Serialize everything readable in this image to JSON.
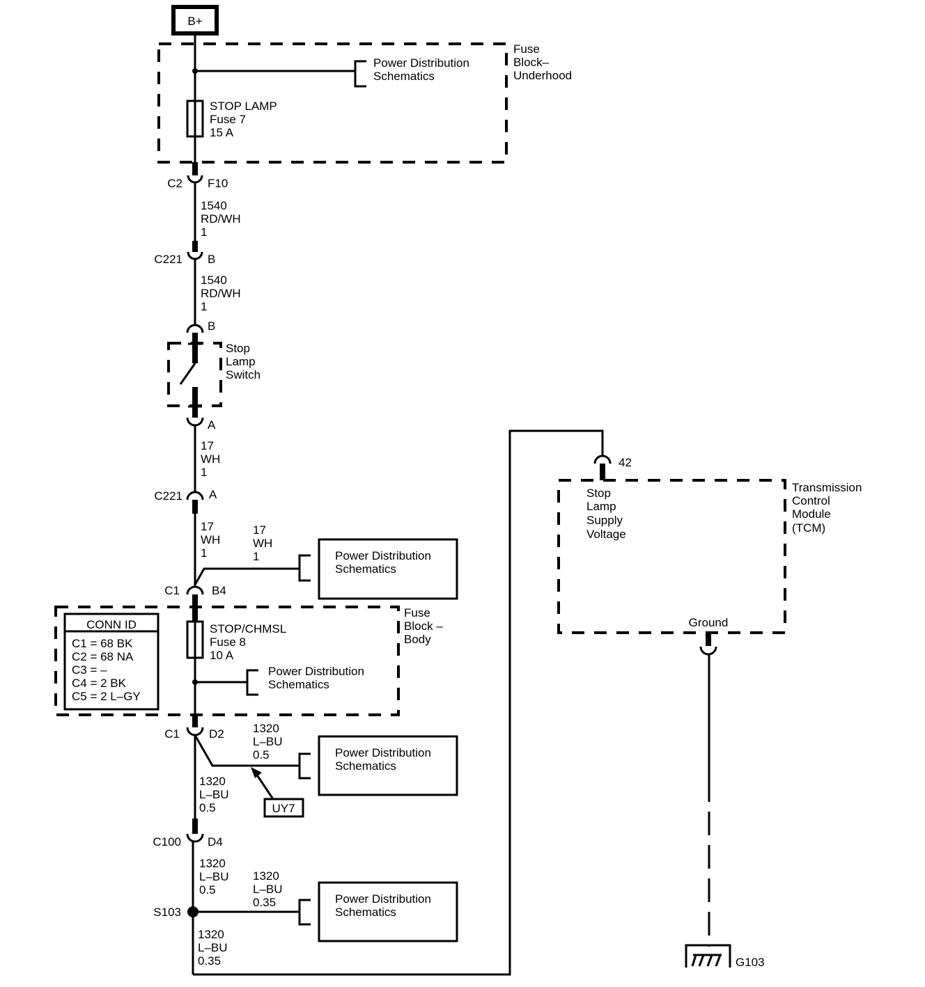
{
  "source": {
    "label": "B+"
  },
  "fuse_block_underhood": {
    "name": [
      "Fuse",
      "Block–",
      "Underhood"
    ],
    "power_dist": [
      "Power Distribution",
      "Schematics"
    ],
    "fuse": [
      "STOP LAMP",
      "Fuse 7",
      "15 A"
    ]
  },
  "c2": {
    "connector": "C2",
    "pin": "F10"
  },
  "wire_1540_a": [
    "1540",
    "RD/WH",
    "1"
  ],
  "c221_b": {
    "connector": "C221",
    "pin": "B"
  },
  "wire_1540_b": [
    "1540",
    "RD/WH",
    "1"
  ],
  "switch": {
    "pin_top": "B",
    "pin_bottom": "A",
    "name": [
      "Stop",
      "Lamp",
      "Switch"
    ]
  },
  "wire_17_a": [
    "17",
    "WH",
    "1"
  ],
  "c221_a": {
    "connector": "C221",
    "pin": "A"
  },
  "wire_17_b": [
    "17",
    "WH",
    "1"
  ],
  "wire_17_branch": [
    "17",
    "WH",
    "1"
  ],
  "power_dist_1": [
    "Power Distribution",
    "Schematics"
  ],
  "c1_b4": {
    "connector": "C1",
    "pin": "B4"
  },
  "fuse_block_body": {
    "name": [
      "Fuse",
      "Block –",
      "Body"
    ],
    "conn_id": {
      "title": "CONN ID",
      "rows": [
        "C1 = 68 BK",
        "C2 = 68 NA",
        "C3 = –",
        "C4 = 2 BK",
        "C5 = 2 L–GY"
      ]
    },
    "fuse": [
      "STOP/CHMSL",
      "Fuse 8",
      "10 A"
    ],
    "power_dist": [
      "Power Distribution",
      "Schematics"
    ]
  },
  "c1_d2": {
    "connector": "C1",
    "pin": "D2"
  },
  "wire_1320_branch_a": [
    "1320",
    "L–BU",
    "0.5"
  ],
  "power_dist_2": [
    "Power Distribution",
    "Schematics"
  ],
  "option_tag": "UY7",
  "wire_1320_a": [
    "1320",
    "L–BU",
    "0.5"
  ],
  "c100": {
    "connector": "C100",
    "pin": "D4"
  },
  "wire_1320_b": [
    "1320",
    "L–BU",
    "0.5"
  ],
  "wire_1320_branch_b": [
    "1320",
    "L–BU",
    "0.35"
  ],
  "splice": "S103",
  "power_dist_3": [
    "Power Distribution",
    "Schematics"
  ],
  "wire_1320_c": [
    "1320",
    "L–BU",
    "0.35"
  ],
  "tcm": {
    "pin": "42",
    "input": [
      "Stop",
      "Lamp",
      "Supply",
      "Voltage"
    ],
    "name": [
      "Transmission",
      "Control",
      "Module",
      "(TCM)"
    ],
    "ground_label": "Ground"
  },
  "ground": "G103"
}
